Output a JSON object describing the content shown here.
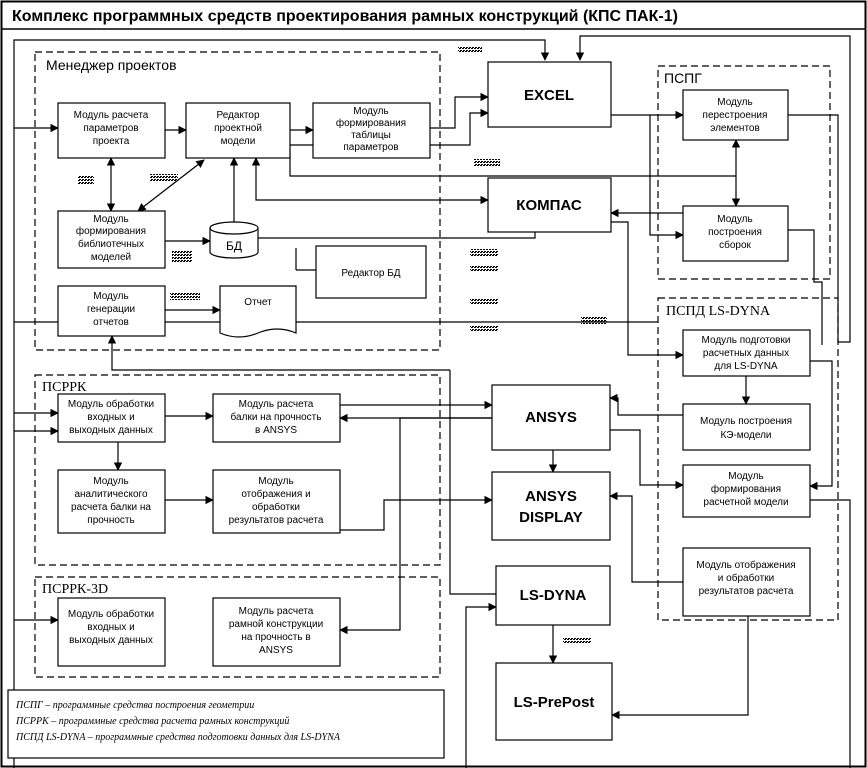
{
  "title": "Комплекс программных средств проектирования рамных конструкций (КПС ПАК-1)",
  "groups": {
    "manager": "Менеджер проектов",
    "pspg": "ПСПГ",
    "pspd": "ПСПД LS-DYNA",
    "psrrk": "ПСРРК",
    "psrrk3d": "ПСРРК-3D"
  },
  "nodes": {
    "calc_params": [
      "Модуль расчета",
      "параметров",
      "проекта"
    ],
    "editor_model": [
      "Редактор",
      "проектной",
      "модели"
    ],
    "table_module": [
      "Модуль",
      "формирования",
      "таблицы",
      "параметров"
    ],
    "library_module": [
      "Модуль",
      "формирования",
      "библиотечных",
      "моделей"
    ],
    "db": "БД",
    "db_editor": "Редактор БД",
    "report_module": [
      "Модуль",
      "генерации",
      "отчетов"
    ],
    "report": "Отчет",
    "excel": "EXCEL",
    "kompas": "КОМПАС",
    "ansys": "ANSYS",
    "ansys_display": [
      "ANSYS",
      "DISPLAY"
    ],
    "lsdyna": "LS-DYNA",
    "lsprepost": "LS-PrePost",
    "rebuild_elements": [
      "Модуль",
      "перестроения",
      "элементов"
    ],
    "build_assemblies": [
      "Модуль",
      "построения",
      "сборок"
    ],
    "prep_lsdyna": [
      "Модуль подготовки",
      "расчетных данных",
      "для LS-DYNA"
    ],
    "fe_model": [
      "Модуль построения",
      "КЭ-модели"
    ],
    "calc_model": [
      "Модуль",
      "формирования",
      "расчетной модели"
    ],
    "display_results_right": [
      "Модуль  отображения",
      "и обработки",
      "результатов расчета"
    ],
    "io_module": [
      "Модуль  обработки",
      "входных и",
      "выходных данных"
    ],
    "beam_ansys": [
      "Модуль расчета",
      "балки на прочность",
      "в ANSYS"
    ],
    "analytic_beam": [
      "Модуль",
      "аналитического",
      "расчета балки на",
      "прочность"
    ],
    "display_results_left": [
      "Модуль",
      "отображения и",
      "обработки",
      "результатов расчета"
    ],
    "io_module_3d": [
      "Модуль  обработки",
      "входных и",
      "выходных данных"
    ],
    "frame_ansys": [
      "Модуль расчета",
      "рамной конструкции",
      "на прочность в",
      "ANSYS"
    ]
  },
  "legend": [
    "ПСПГ – программные средства построения геометрии",
    "ПСРРК – программные средства расчета рамных конструкций",
    "ПСПД LS-DYNA – программные средства подготовки данных для LS-DYNA"
  ]
}
